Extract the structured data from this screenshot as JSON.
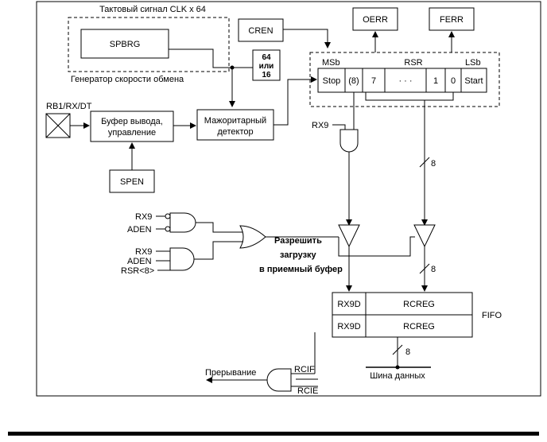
{
  "clock": {
    "title": "Тактовый сигнал CLK x 64",
    "spbrg": "SPBRG",
    "generator": "Генератор скорости обмена",
    "divider_line1": "64",
    "divider_line2": "или",
    "divider_line3": "16"
  },
  "pin": {
    "label": "RB1/RX/DT"
  },
  "buffer": {
    "line1": "Буфер вывода,",
    "line2": "управление"
  },
  "spen": "SPEN",
  "majority": {
    "line1": "Мажоритарный",
    "line2": "детектор"
  },
  "cren": "CREN",
  "oerr": "OERR",
  "ferr": "FERR",
  "rsr": {
    "msb": "MSb",
    "title": "RSR",
    "lsb": "LSb",
    "cells": [
      "Stop",
      "(8)",
      "7",
      "· · ·",
      "1",
      "0",
      "Start"
    ]
  },
  "rx9_top": "RX9",
  "bus_width_1": "8",
  "bus_width_2": "8",
  "bus_width_3": "8",
  "gate_a": {
    "in1": "RX9",
    "in2": "ADEN"
  },
  "gate_b": {
    "in1": "RX9",
    "in2": "ADEN",
    "in3": "RSR<8>"
  },
  "enable": {
    "line1": "Разрешить",
    "line2": "загрузку",
    "line3": "в приемный буфер"
  },
  "fifo": {
    "label": "FIFO",
    "rows": [
      {
        "bit": "RX9D",
        "reg": "RCREG"
      },
      {
        "bit": "RX9D",
        "reg": "RCREG"
      }
    ]
  },
  "interrupt": {
    "out": "Прерывание",
    "rcif": "RCIF",
    "rcie": "RCIE"
  },
  "databus": "Шина данных"
}
